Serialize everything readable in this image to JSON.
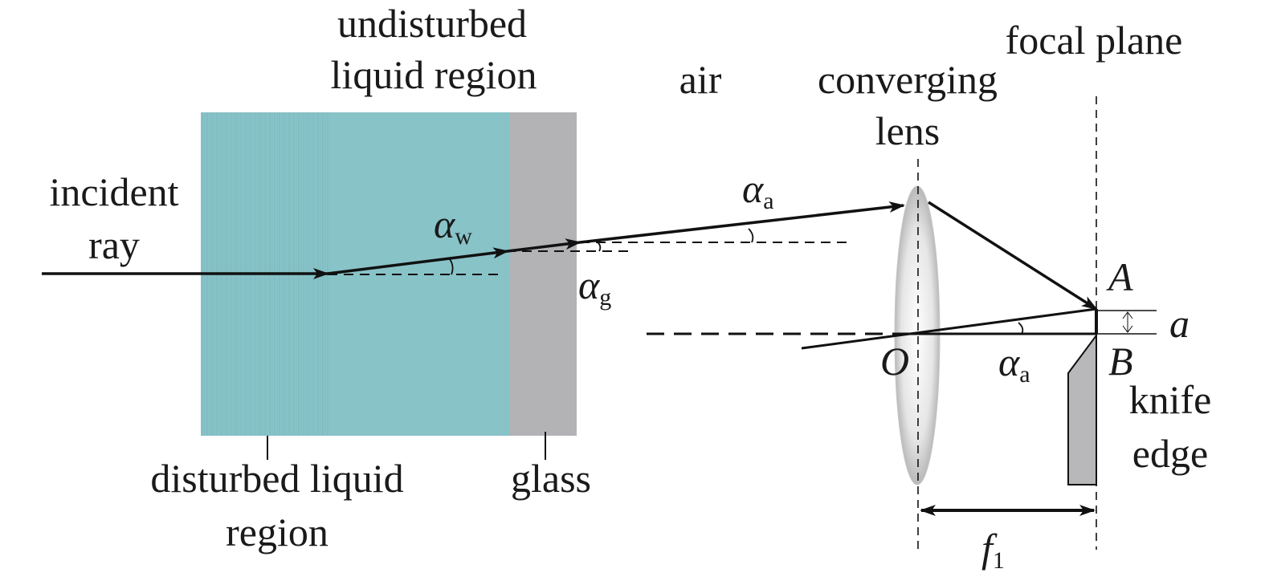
{
  "labels": {
    "undisturbed_line1": "undisturbed",
    "undisturbed_line2": "liquid region",
    "air": "air",
    "focal_plane": "focal plane",
    "converging_line1": "converging",
    "converging_line2": "lens",
    "incident_line1": "incident",
    "incident_line2": "ray",
    "disturbed_line1": "disturbed liquid",
    "disturbed_line2": "region",
    "glass": "glass",
    "knife_line1": "knife",
    "knife_line2": "edge"
  },
  "symbols": {
    "alpha": "α",
    "alpha_w_sub": "w",
    "alpha_g_sub": "g",
    "alpha_a_sub": "a",
    "point_A": "A",
    "point_B": "B",
    "point_O": "O",
    "gap_a": "a",
    "focal_f": "f",
    "focal_sub": "1"
  },
  "colors": {
    "liquid": "#88c3c8",
    "disturbed_stripe": "#6fb0b7",
    "glass": "#b3b2b5",
    "knife": "#b8b8ba",
    "lens_edge": "#9a9a9a",
    "ray": "#111111"
  }
}
